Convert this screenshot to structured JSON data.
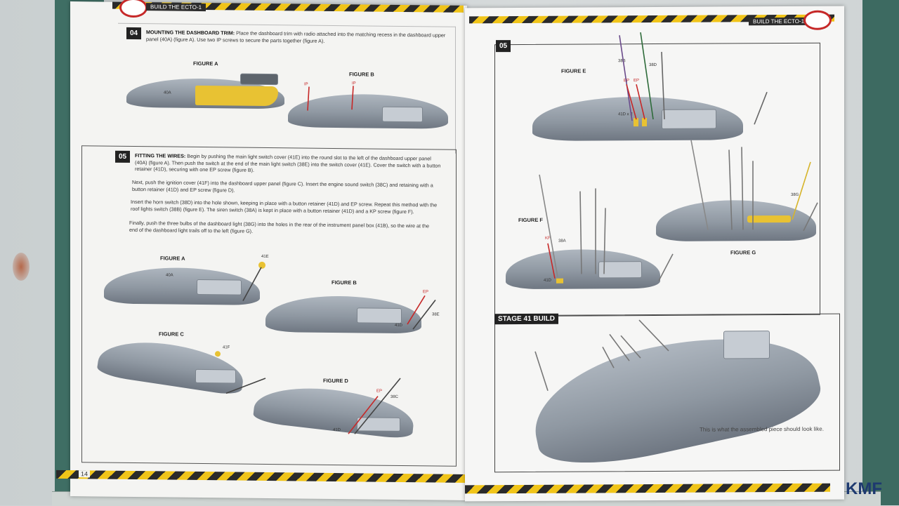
{
  "left_page": {
    "header": "BUILD THE ECTO-1",
    "page_number": "14",
    "step04": {
      "number": "04",
      "title": "MOUNTING THE DASHBOARD TRIM:",
      "text": "Place the dashboard trim with radio attached into the matching recess in the dashboard upper panel (40A) (figure A). Use two IP screws to secure the parts together (figure A).",
      "figure_a": "FIGURE A",
      "figure_b": "FIGURE B",
      "labels": {
        "part_40a": "40A",
        "ip1": "IP",
        "ip2": "IP"
      }
    },
    "step05": {
      "number": "05",
      "title": "FITTING THE WIRES:",
      "p1": "Begin by pushing the main light switch cover (41E) into the round slot to the left of the dashboard upper panel (40A) (figure A). Then push the switch at the end of the main light switch (38E) into the switch cover (41E). Cover the switch with a button retainer (41D), securing with one EP screw (figure B).",
      "p2": "Next, push the ignition cover (41F) into the dashboard upper panel (figure C). Insert the engine sound switch (38C) and retaining with a button retainer (41D) and EP screw (figure D).",
      "p3": "Insert the horn switch (38D) into the hole shown, keeping in place with a button retainer (41D) and EP screw. Repeat this method with the roof lights switch (38B) (figure E). The siren switch (38A) is kept in place with a button retainer (41D) and a KP screw (figure F).",
      "p4": "Finally, push the three bulbs of the dashboard light (38G) into the holes in the rear of the instrument panel box (41B), so the wire at the end of the dashboard light trails off to the left (figure G).",
      "figure_a": "FIGURE A",
      "figure_b": "FIGURE B",
      "figure_c": "FIGURE C",
      "figure_d": "FIGURE D",
      "labels": {
        "part_40a": "40A",
        "part_41e": "41E",
        "ep_b": "EP",
        "part_38e": "38E",
        "part_41d_b": "41D",
        "part_41f": "41F",
        "ep_d": "EP",
        "part_38c": "38C",
        "part_41d_d": "41D"
      }
    }
  },
  "right_page": {
    "header": "BUILD THE ECTO-1",
    "step05": {
      "number": "05",
      "figure_e": "FIGURE E",
      "figure_f": "FIGURE F",
      "figure_g": "FIGURE G",
      "labels": {
        "part_38b": "38B",
        "part_38d": "38D",
        "ep_e1": "EP",
        "ep_e2": "EP",
        "part_41d_e": "41D x 2",
        "kp": "KP",
        "part_38a": "38A",
        "part_41d_f": "41D",
        "part_38g": "38G"
      }
    },
    "stage": {
      "title": "STAGE 41 BUILD",
      "caption": "This is what the assembled piece should look like."
    }
  },
  "colors": {
    "hazard_yellow": "#f0c419",
    "hazard_black": "#2a2a2a",
    "mat_green": "#3f6e64",
    "part_grey": "#9aa2ab",
    "trim_yellow": "#e8c233",
    "wire_red": "#c62828"
  }
}
